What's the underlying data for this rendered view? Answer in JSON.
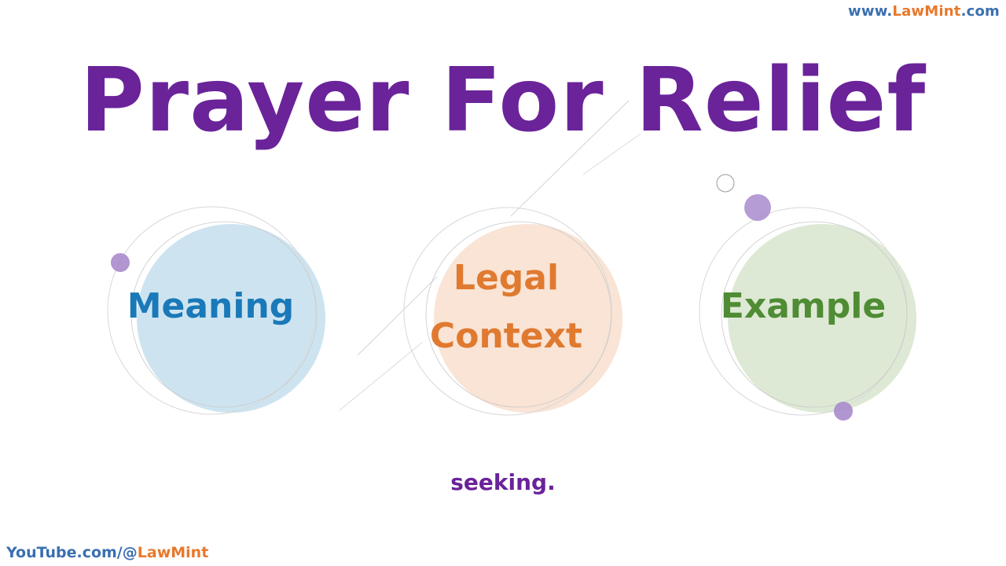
{
  "brand": {
    "prefix": "www.",
    "name": "LawMint",
    "suffix": ".com"
  },
  "title": "Prayer For Relief",
  "topics": [
    {
      "lines": [
        "Meaning"
      ]
    },
    {
      "lines": [
        "Legal",
        "Context"
      ]
    },
    {
      "lines": [
        "Example"
      ]
    }
  ],
  "caption": "seeking.",
  "channel": {
    "prefix": "YouTube.com/@",
    "name": "LawMint"
  },
  "colors": {
    "title": "#6a2399",
    "brand_blue": "#3a6fb0",
    "brand_orange": "#e8782c",
    "meaning_text": "#1a79b8",
    "meaning_fill": "#cde4f0",
    "context_text": "#e07a30",
    "context_fill": "#f9e4d5",
    "example_text": "#4f8c34",
    "example_fill": "#dde9d5",
    "accent_dot": "#a98bcc",
    "caption": "#6a2399",
    "channel_blue": "#3a6fb0"
  }
}
